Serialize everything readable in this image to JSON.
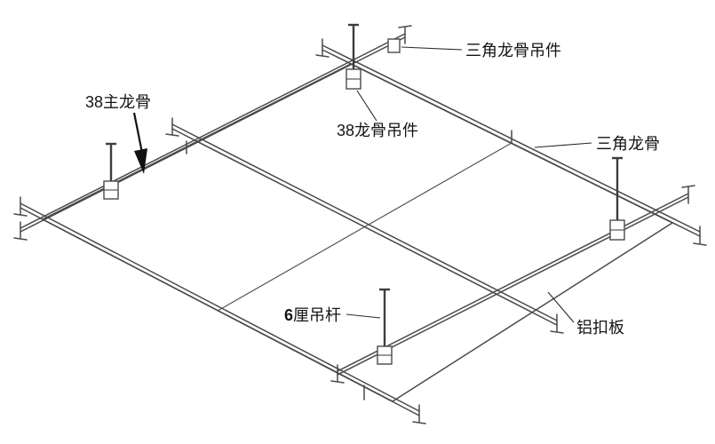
{
  "diagram": {
    "kind": "suspended-ceiling-structure-diagram",
    "labels": {
      "triangle_keel_hanger": "三角龙骨吊件",
      "keel_hanger_38": "38龙骨吊件",
      "main_keel_38": "38主龙骨",
      "triangle_keel": "三角龙骨",
      "hanger_rod_bold": "6",
      "hanger_rod_rest": "厘吊杆",
      "aluminum_panel": "铝扣板"
    },
    "colors": {
      "line": "#4a4a4a",
      "text": "#141414",
      "background": "#ffffff"
    }
  }
}
